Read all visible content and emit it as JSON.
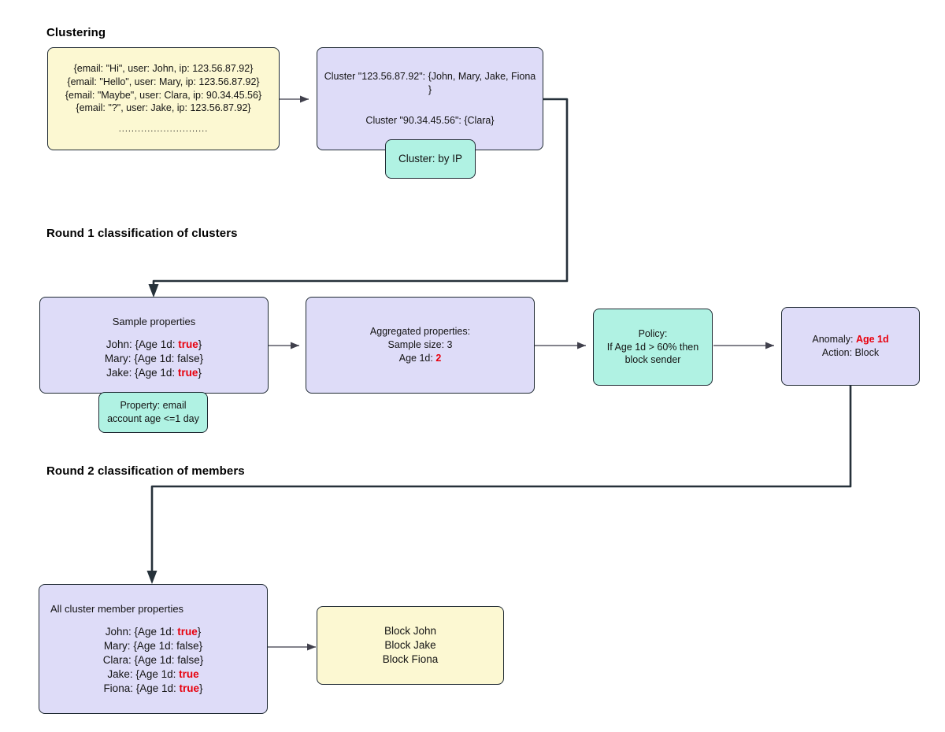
{
  "diagram": {
    "title_clustering": "Clustering",
    "title_round1": "Round 1 classification of clusters",
    "title_round2": "Round 2 classification of members",
    "colors": {
      "yellow_fill": "#fcf8d2",
      "lavender_fill": "#dedcf8",
      "teal_fill": "#b0f2e3",
      "border": "#1f2a33",
      "highlight_red": "#e8000d",
      "thin_edge": "#5a5a66",
      "thick_edge": "#26313a"
    }
  },
  "raw_emails": {
    "lines": [
      "{email: \"Hi\", user: John, ip: 123.56.87.92}",
      "{email: \"Hello\", user: Mary, ip: 123.56.87.92}",
      "{email: \"Maybe\", user: Clara, ip: 90.34.45.56}",
      "{email: \"?\", user: Jake, ip: 123.56.87.92}"
    ],
    "ellipsis": "............................"
  },
  "clusters": {
    "line1": "Cluster \"123.56.87.92\": {John, Mary, Jake, Fiona }",
    "line2": "Cluster \"90.34.45.56\": {Clara}"
  },
  "cluster_badge": {
    "label": "Cluster: by IP"
  },
  "sample_properties": {
    "heading": "Sample properties",
    "rows": [
      {
        "name": "John: {Age 1d: ",
        "value": "true",
        "close": "}",
        "highlight": true
      },
      {
        "name": "Mary: {Age 1d: ",
        "value": "false",
        "close": "}",
        "highlight": false
      },
      {
        "name": "Jake: {Age 1d: ",
        "value": "true",
        "close": "}",
        "highlight": true
      }
    ]
  },
  "property_badge": {
    "label": "Property: email account age <=1 day"
  },
  "aggregated_properties": {
    "heading": "Aggregated properties:",
    "sample_size_label": "Sample size: 3",
    "age_label": "Age 1d: ",
    "age_value": "2"
  },
  "policy": {
    "heading": "Policy:",
    "rule": "If Age 1d > 60% then block sender"
  },
  "anomaly": {
    "anomaly_label": "Anomaly: ",
    "anomaly_value": "Age 1d",
    "action_label": "Action: Block"
  },
  "all_members": {
    "heading": "All cluster member properties",
    "rows": [
      {
        "name": "John: {Age 1d: ",
        "value": "true",
        "close": "}",
        "highlight": true
      },
      {
        "name": "Mary: {Age 1d: ",
        "value": "false",
        "close": "}",
        "highlight": false
      },
      {
        "name": "Clara: {Age 1d: ",
        "value": "false",
        "close": "}",
        "highlight": false
      },
      {
        "name": "Jake: {Age 1d: ",
        "value": "true",
        "close": "",
        "highlight": true
      },
      {
        "name": "Fiona: {Age 1d: ",
        "value": "true",
        "close": "}",
        "highlight": true
      }
    ]
  },
  "block_actions": {
    "lines": [
      "Block John",
      "Block Jake",
      "Block Fiona"
    ]
  }
}
